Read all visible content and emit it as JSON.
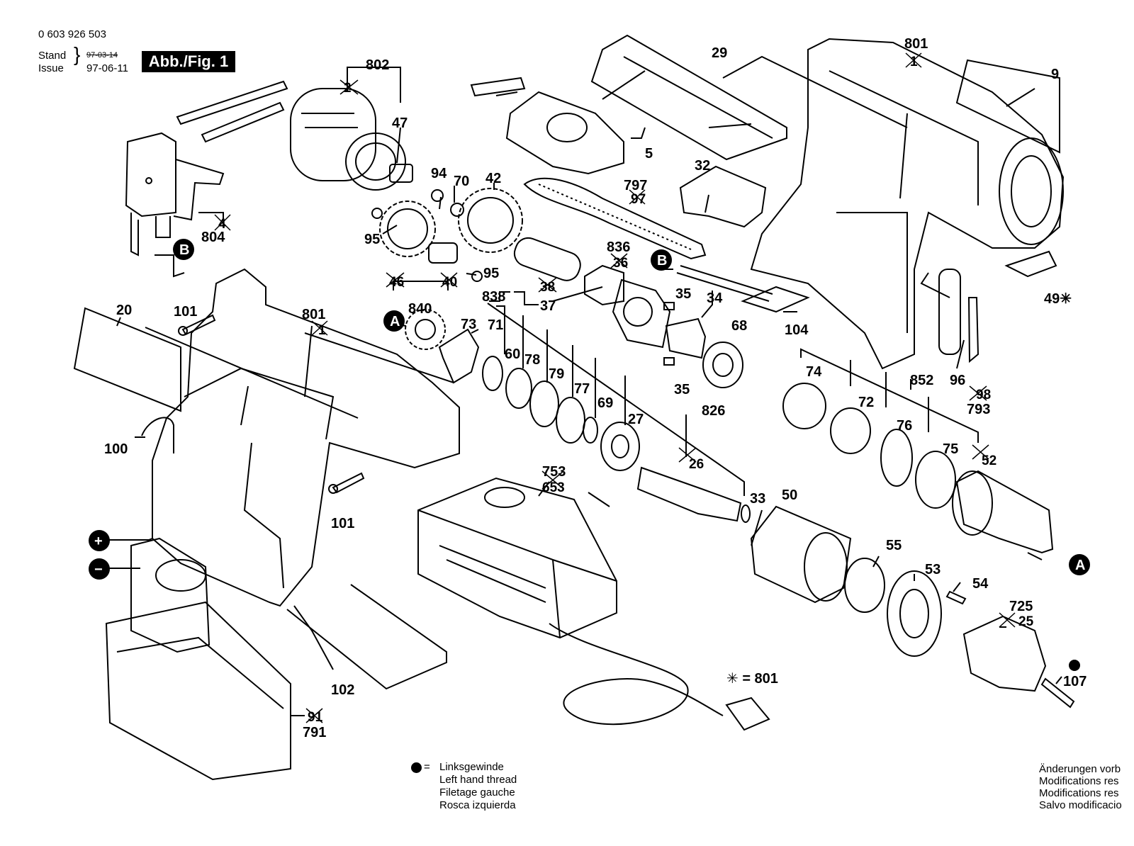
{
  "header": {
    "part_number": "0 603 926 503",
    "stand_label": "Stand",
    "issue_label": "Issue",
    "old_date": "97-03-14",
    "date": "97-06-11",
    "figure_badge": "Abb./Fig. 1"
  },
  "legend": {
    "symbol_eq": "=",
    "lines": [
      "Linksgewinde",
      "Left hand thread",
      "Filetage gauche",
      "Rosca izquierda"
    ]
  },
  "star_note": "✳ = 801",
  "notes": [
    "Änderungen vorb",
    "Modifications res",
    "Modifications res",
    "Salvo modificacio"
  ],
  "callouts": {
    "c802": "802",
    "c2": "2",
    "c47": "47",
    "c804": "804",
    "c4": "4",
    "cB1": "B",
    "cB2": "B",
    "c94": "94",
    "c70": "70",
    "c42": "42",
    "c95a": "95",
    "c95b": "95",
    "c46": "46",
    "c40": "40",
    "c840": "840",
    "c838": "838",
    "c38": "38",
    "c37": "37",
    "c836": "836",
    "c36": "36",
    "c797": "797",
    "c97": "97",
    "c5": "5",
    "c29": "29",
    "c32": "32",
    "c801a": "801",
    "c1": "1",
    "c9": "9",
    "c49": "49✳",
    "c35a": "35",
    "c34": "34",
    "c68": "68",
    "c35b": "35",
    "c104": "104",
    "cA1": "A",
    "cA2": "A",
    "c73": "73",
    "c71": "71",
    "c60": "60",
    "c78": "78",
    "c79": "79",
    "c77": "77",
    "c69": "69",
    "c27": "27",
    "c826": "826",
    "c26": "26",
    "c33": "33",
    "c74": "74",
    "c72": "72",
    "c852": "852",
    "c76": "76",
    "c75": "75",
    "c52": "52",
    "c96": "96",
    "c98": "98",
    "c793": "793",
    "c50": "50",
    "c753": "753",
    "c653": "653",
    "c55": "55",
    "c53": "53",
    "c54": "54",
    "c725": "725",
    "c25": "25",
    "c107": "107",
    "c20": "20",
    "c101a": "101",
    "c801b": "801",
    "c801c": "1",
    "c100": "100",
    "c101b": "101",
    "c102": "102",
    "c91": "91",
    "c791": "791",
    "plus": "+",
    "minus": "−"
  }
}
